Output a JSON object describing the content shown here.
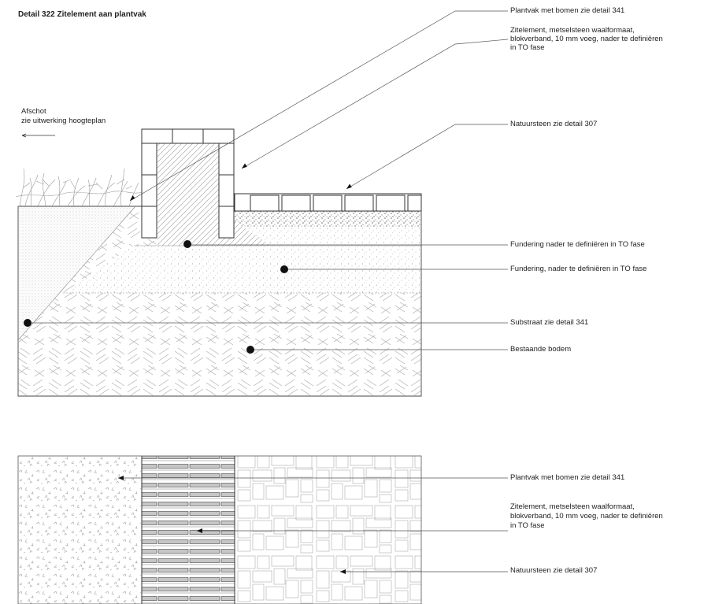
{
  "title": "Detail 322 Zitelement aan plantvak",
  "section_labels": {
    "plantvak": "Plantvak met bomen zie detail 341",
    "zitelement_1": "Zitelement, metselsteen waalformaat,",
    "zitelement_2": "blokverband, 10 mm voeg, nader te definiëren",
    "zitelement_3": "in TO fase",
    "natuursteen": "Natuursteen zie detail 307",
    "fundering_1": "Fundering nader te definiëren in TO fase",
    "fundering_2": "Fundering, nader te definiëren in TO fase",
    "substraat": "Substraat zie detail 341",
    "bodem": "Bestaande bodem"
  },
  "afschot": {
    "line1": "Afschot",
    "line2": "zie uitwerking hoogteplan"
  },
  "plan_labels": {
    "plantvak": "Plantvak met bomen zie detail 341",
    "zitelement_1": "Zitelement, metselsteen waalformaat,",
    "zitelement_2": "blokverband, 10 mm voeg, nader te definiëren",
    "zitelement_3": "in TO fase",
    "natuursteen": "Natuursteen zie detail 307"
  },
  "colors": {
    "line": "#333333",
    "leader": "#555555",
    "hatch": "#9a9a9a",
    "brick_plan": "#c4c4c4"
  }
}
